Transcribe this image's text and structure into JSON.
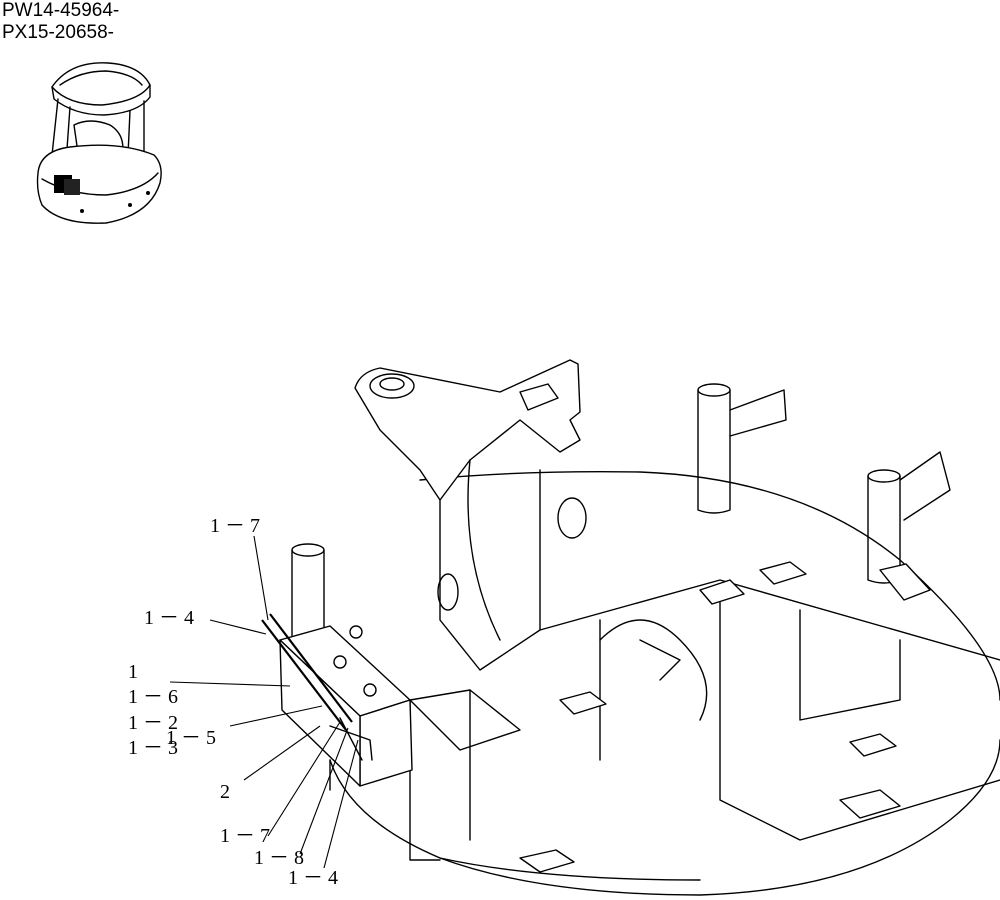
{
  "serials": [
    "PW14-45964-",
    "PX15-20658-"
  ],
  "callouts": [
    {
      "id": "c1",
      "text": "1 － 7"
    },
    {
      "id": "c2",
      "text": "1 － 4"
    },
    {
      "id": "c3",
      "text": "1"
    },
    {
      "id": "c4",
      "text": "1 － 6"
    },
    {
      "id": "c5",
      "text": "1 － 2"
    },
    {
      "id": "c6",
      "text": "1 － 5"
    },
    {
      "id": "c7",
      "text": "1 － 3"
    },
    {
      "id": "c8",
      "text": "2"
    },
    {
      "id": "c9",
      "text": "1 － 7"
    },
    {
      "id": "c10",
      "text": "1 － 8"
    },
    {
      "id": "c11",
      "text": "1 － 4"
    }
  ]
}
